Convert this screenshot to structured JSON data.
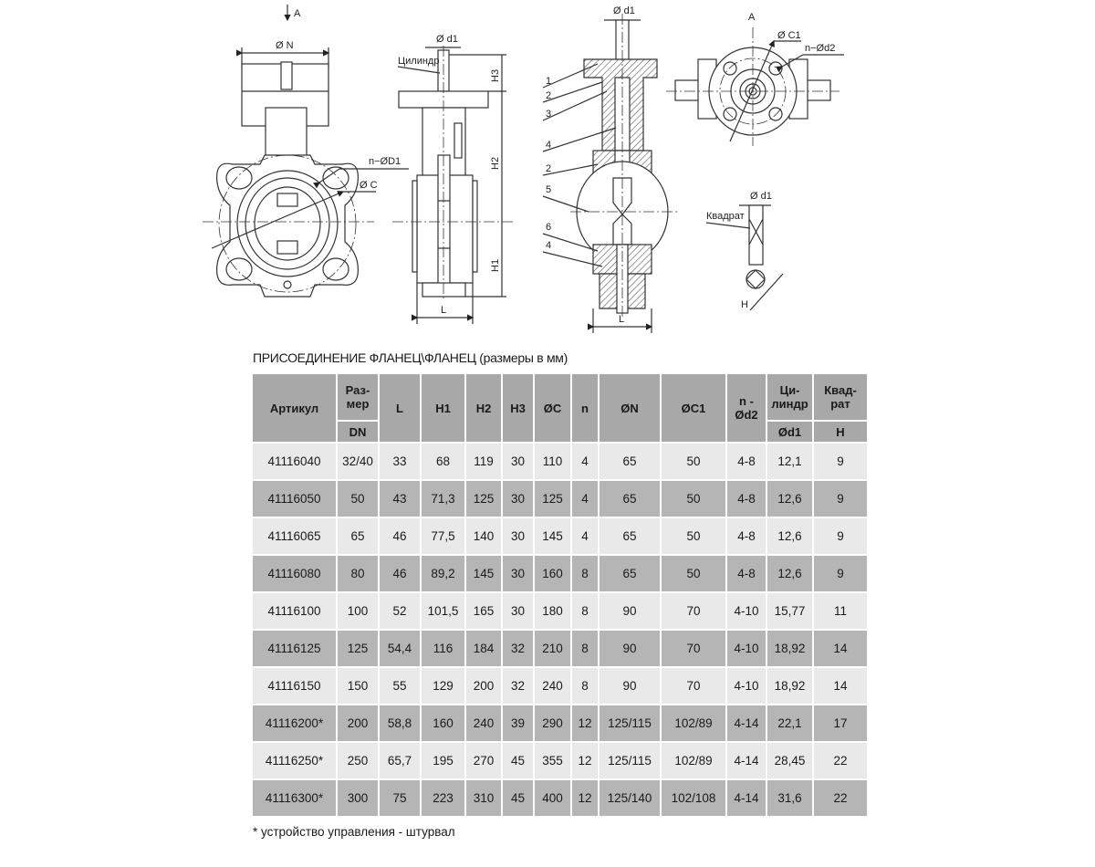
{
  "drawings": {
    "view_a_arrow": "A",
    "front_n": "Ø N",
    "front_nd1": "n−ØD1",
    "front_c": "Ø C",
    "side_d1": "Ø d1",
    "side_cyl": "Цилиндр",
    "side_h3": "H3",
    "side_h2": "H2",
    "side_h1": "H1",
    "side_l": "L",
    "sec_d1": "Ø d1",
    "sec_l": "L",
    "sec_parts": [
      "1",
      "2",
      "3",
      "4",
      "2",
      "5",
      "6",
      "4"
    ],
    "top_a": "A",
    "top_c1": "Ø C1",
    "top_nd2": "n−Ød2",
    "det_d1": "Ø d1",
    "det_square": "Квадрат",
    "det_h": "H"
  },
  "table": {
    "title": "ПРИСОЕДИНЕНИЕ ФЛАНЕЦ\\ФЛАНЕЦ (размеры в мм)",
    "headers": {
      "article": "Артикул",
      "size": "Раз-\nмер",
      "dn": "DN",
      "l": "L",
      "h1": "H1",
      "h2": "H2",
      "h3": "H3",
      "c": "ØC",
      "n": "n",
      "N": "ØN",
      "c1": "ØC1",
      "nd2": "n -\nØd2",
      "cyl": "Ци-\nлиндр",
      "d1": "Ød1",
      "square": "Квад-\nрат",
      "h": "H"
    },
    "rows": [
      [
        "41116040",
        "32/40",
        "33",
        "68",
        "119",
        "30",
        "110",
        "4",
        "65",
        "50",
        "4-8",
        "12,1",
        "9"
      ],
      [
        "41116050",
        "50",
        "43",
        "71,3",
        "125",
        "30",
        "125",
        "4",
        "65",
        "50",
        "4-8",
        "12,6",
        "9"
      ],
      [
        "41116065",
        "65",
        "46",
        "77,5",
        "140",
        "30",
        "145",
        "4",
        "65",
        "50",
        "4-8",
        "12,6",
        "9"
      ],
      [
        "41116080",
        "80",
        "46",
        "89,2",
        "145",
        "30",
        "160",
        "8",
        "65",
        "50",
        "4-8",
        "12,6",
        "9"
      ],
      [
        "41116100",
        "100",
        "52",
        "101,5",
        "165",
        "30",
        "180",
        "8",
        "90",
        "70",
        "4-10",
        "15,77",
        "11"
      ],
      [
        "41116125",
        "125",
        "54,4",
        "116",
        "184",
        "32",
        "210",
        "8",
        "90",
        "70",
        "4-10",
        "18,92",
        "14"
      ],
      [
        "41116150",
        "150",
        "55",
        "129",
        "200",
        "32",
        "240",
        "8",
        "90",
        "70",
        "4-10",
        "18,92",
        "14"
      ],
      [
        "41116200*",
        "200",
        "58,8",
        "160",
        "240",
        "39",
        "290",
        "12",
        "125/115",
        "102/89",
        "4-14",
        "22,1",
        "17"
      ],
      [
        "41116250*",
        "250",
        "65,7",
        "195",
        "270",
        "45",
        "355",
        "12",
        "125/115",
        "102/89",
        "4-14",
        "28,45",
        "22"
      ],
      [
        "41116300*",
        "300",
        "75",
        "223",
        "310",
        "45",
        "400",
        "12",
        "125/140",
        "102/108",
        "4-14",
        "31,6",
        "22"
      ]
    ],
    "footnote": "* устройство управления - штурвал"
  }
}
